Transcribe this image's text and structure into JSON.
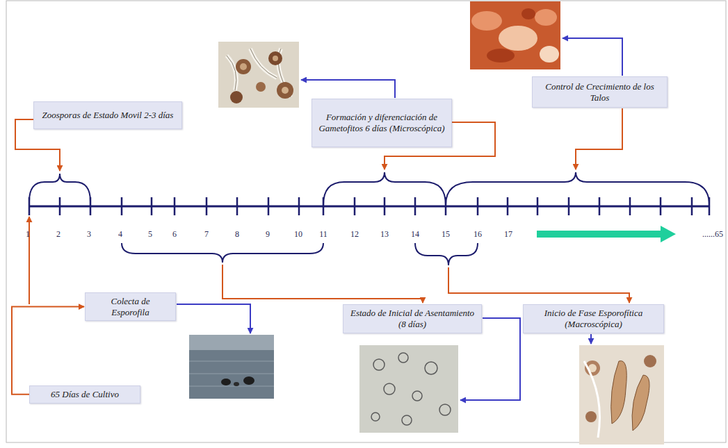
{
  "diagram": {
    "nodes": [
      {
        "text": [
          "Zoosporas de Estado Movil 2-3 días"
        ]
      },
      {
        "text": [
          "Formación y diferenciación de Gametofitos 6 días (Microscópica)"
        ]
      },
      {
        "text": [
          "Control de Crecimiento de los Talos"
        ]
      },
      {
        "text": [
          "Colecta de Esporofila"
        ]
      },
      {
        "text": [
          "65 Días de Cultivo"
        ]
      },
      {
        "text": [
          "Estado de Inicial de Asentamiento (8 días)"
        ]
      },
      {
        "text": [
          "Inicio de Fase Esporofítica (Macroscópica)"
        ]
      }
    ],
    "edges": [
      {
        "from": 4,
        "to": 3,
        "arrow": "to"
      }
    ],
    "labels": [
      "1",
      "2",
      "3",
      "4",
      "5",
      "6",
      "7",
      "8",
      "9",
      "10",
      "11",
      "12",
      "13",
      "14",
      "15",
      "16",
      "17",
      "......65"
    ]
  }
}
